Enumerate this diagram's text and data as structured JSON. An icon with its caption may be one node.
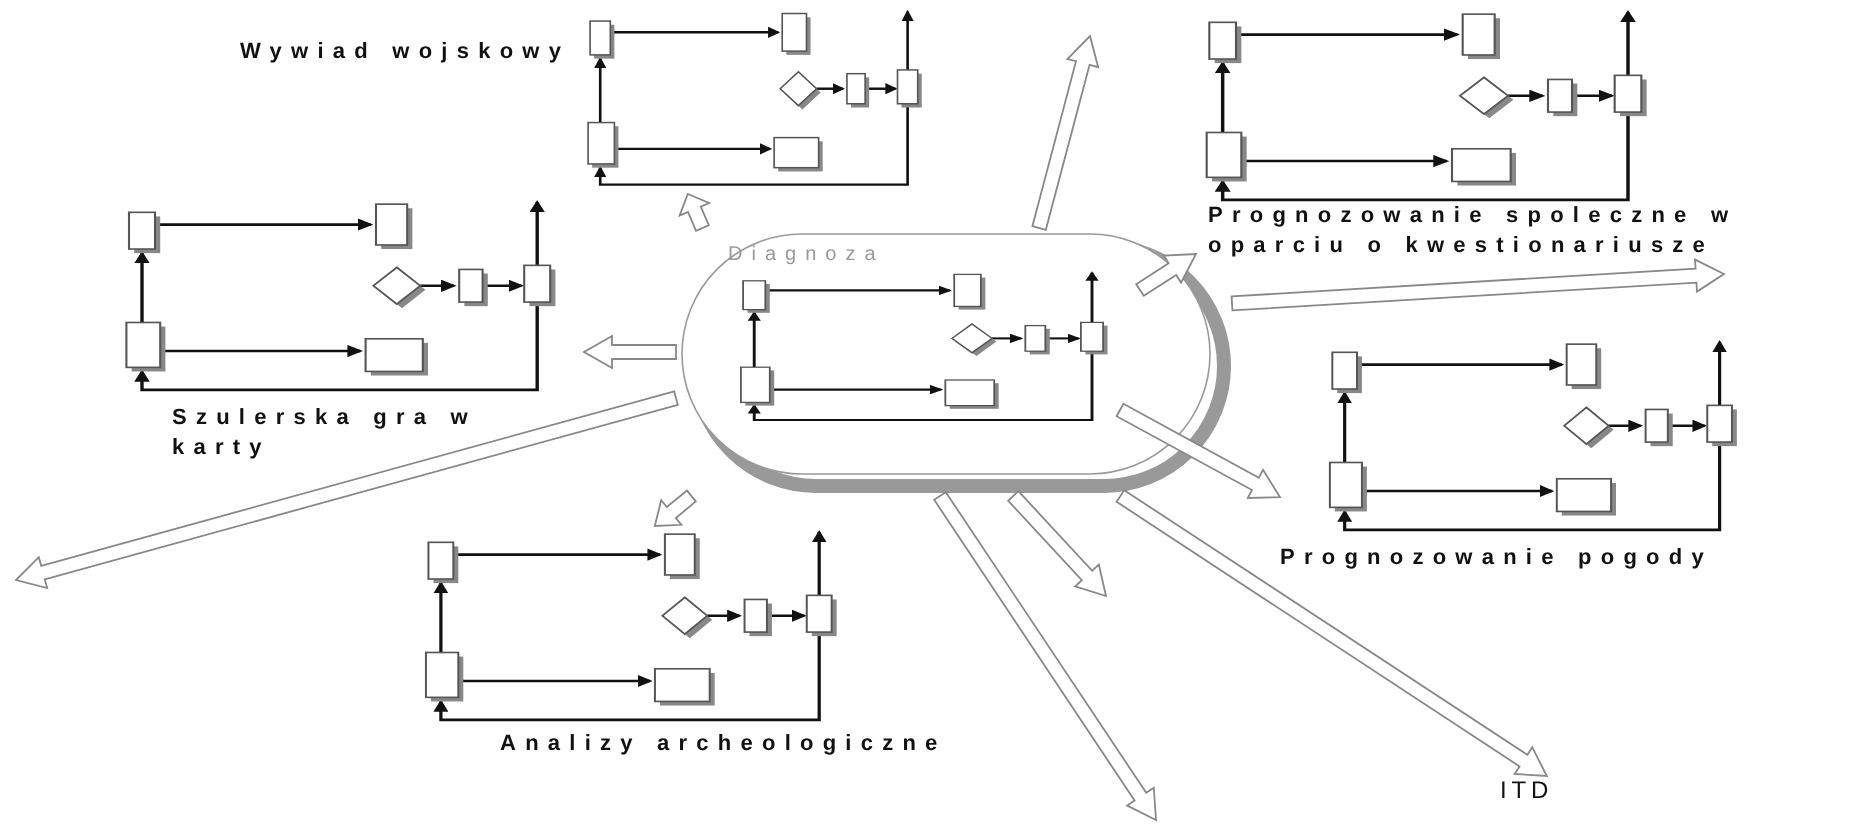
{
  "diagram": {
    "nodes": [
      {
        "text": [
          "Diagnoza"
        ]
      },
      {
        "text": [
          "Wywiad wojskowy"
        ]
      },
      {
        "text": [
          "Szulerska gra w karty"
        ]
      },
      {
        "text": [
          "Prognozowanie spoleczne w oparciu o kwestionariusze"
        ]
      },
      {
        "text": [
          "Prognozowanie pogody"
        ]
      },
      {
        "text": [
          "Analizy archeologiczne"
        ]
      },
      {
        "text": [
          "ITD"
        ]
      }
    ],
    "edges": [
      {
        "from": 0,
        "to": 1,
        "arrow": "to"
      },
      {
        "from": 0,
        "to": null,
        "arrow": "to"
      },
      {
        "from": 0,
        "to": 3,
        "arrow": "to"
      },
      {
        "from": 0,
        "to": null,
        "arrow": "to"
      },
      {
        "from": 0,
        "to": 2,
        "arrow": "to"
      },
      {
        "from": 0,
        "to": null,
        "arrow": "to"
      },
      {
        "from": 0,
        "to": 4,
        "arrow": "to"
      },
      {
        "from": 0,
        "to": 5,
        "arrow": "to"
      },
      {
        "from": 0,
        "to": null,
        "arrow": "to"
      },
      {
        "from": 0,
        "to": null,
        "arrow": "to"
      },
      {
        "from": 0,
        "to": 6,
        "arrow": "to"
      }
    ]
  }
}
